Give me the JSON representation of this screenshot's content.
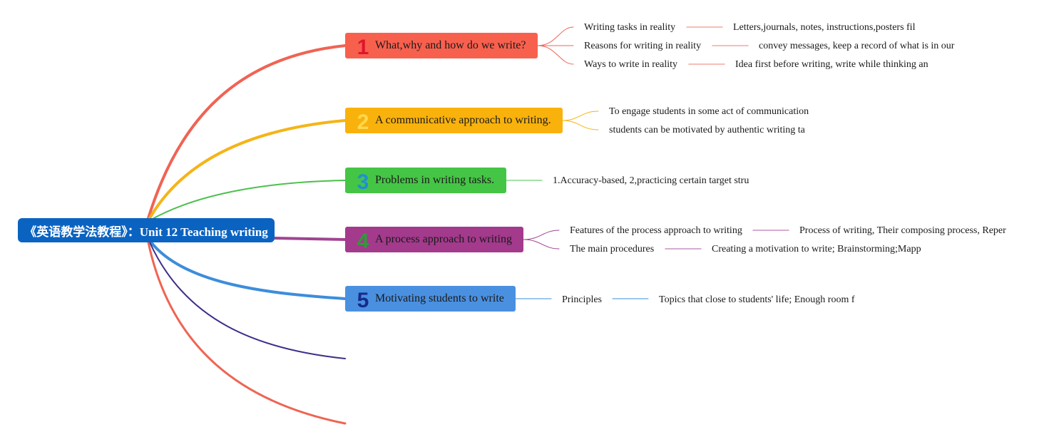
{
  "root": {
    "title": "《英语教学法教程》：Unit 12 Teaching writing",
    "color": "#0b63c1"
  },
  "branches": [
    {
      "number": "1",
      "title": "What,why and how do we write?",
      "fill": "#f8604e",
      "number_color": "#e0152c",
      "link_color": "#f06353",
      "items": [
        {
          "label": "Writing tasks in reality",
          "detail": "Letters,journals, notes, instructions,posters fil"
        },
        {
          "label": "Reasons for writing in reality",
          "detail": "convey messages, keep a record of what is in our"
        },
        {
          "label": "Ways to write in reality",
          "detail": "Idea first before writing, write while thinking an"
        }
      ]
    },
    {
      "number": "2",
      "title": "A communicative approach to writing.",
      "fill": "#f9b20c",
      "number_color": "#ffd84d",
      "link_color": "#f5b417",
      "items": [
        {
          "label": "To engage students in some act of communication",
          "detail": ""
        },
        {
          "label": "students can be motivated by authentic writing ta",
          "detail": ""
        }
      ]
    },
    {
      "number": "3",
      "title": "Problems in writing tasks.",
      "fill": "#45c545",
      "number_color": "#1f8fd6",
      "link_color": "#4cc04c",
      "items": [
        {
          "label": "1.Accuracy-based, 2,practicing certain target stru",
          "detail": ""
        }
      ]
    },
    {
      "number": "4",
      "title": "A process approach to writing",
      "fill": "#a33a8c",
      "number_color": "#2e9a3a",
      "link_color": "#a14490",
      "items": [
        {
          "label": "Features of the process approach to writing",
          "detail": "Process of writing, Their composing process, Reper"
        },
        {
          "label": "The main procedures",
          "detail": "Creating a motivation to write; Brainstorming;Mapp"
        }
      ]
    },
    {
      "number": "5",
      "title": "Motivating students to write",
      "fill": "#4a90e0",
      "number_color": "#152c8c",
      "link_color": "#3d8ddb",
      "items": [
        {
          "label": "Principles",
          "detail": "Topics that close to students' life; Enough room f"
        }
      ]
    }
  ],
  "extra_link_colors": [
    "#3d2e8a",
    "#ef6452"
  ]
}
